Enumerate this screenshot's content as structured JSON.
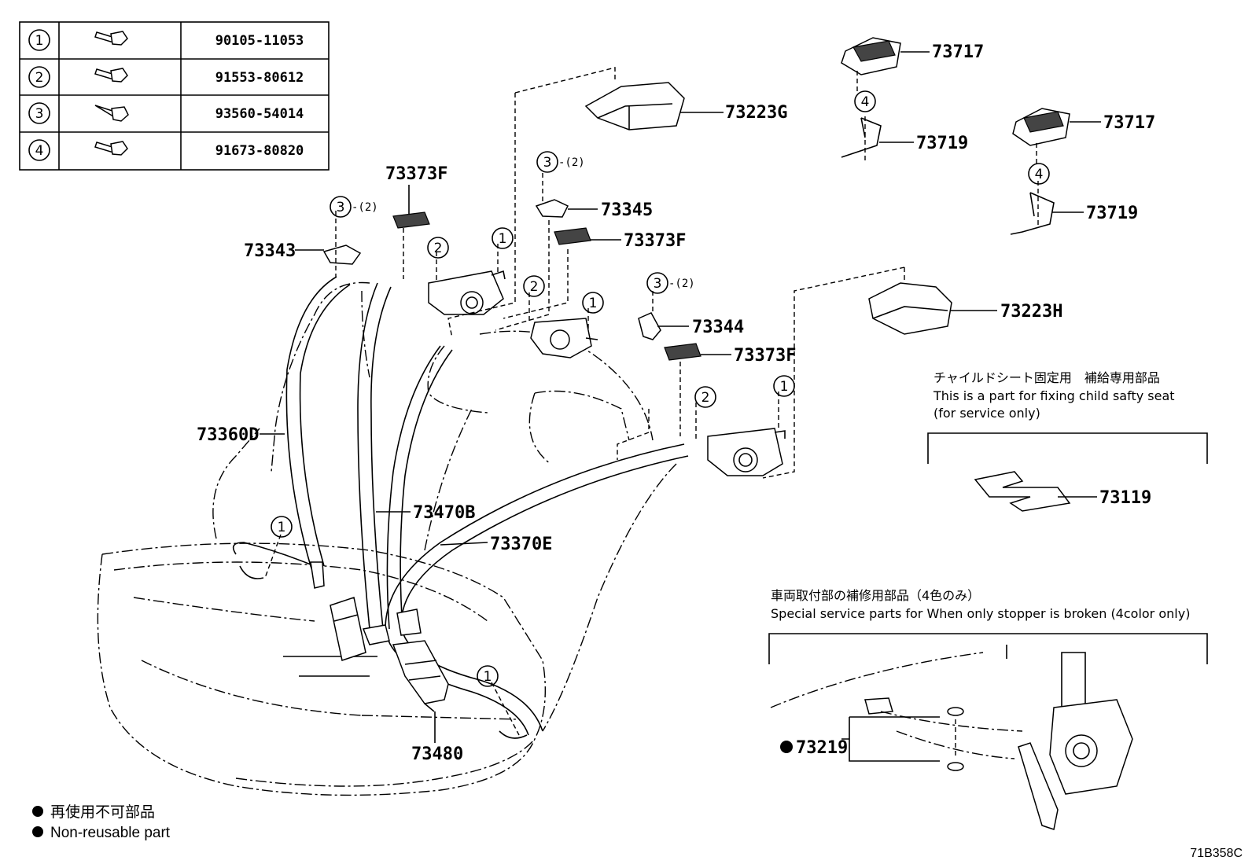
{
  "fastener_table": [
    {
      "ref": "1",
      "part_no": "90105-11053"
    },
    {
      "ref": "2",
      "part_no": "91553-80612"
    },
    {
      "ref": "3",
      "part_no": "93560-54014"
    },
    {
      "ref": "4",
      "part_no": "91673-80820"
    }
  ],
  "callouts": {
    "c_73717a": "73717",
    "c_73223g": "73223G",
    "c_73719a": "73719",
    "c_73717b": "73717",
    "c_73719b": "73719",
    "c_73373f_a": "73373F",
    "c_73343": "73343",
    "c_73345": "73345",
    "c_73373f_b": "73373F",
    "c_73223h": "73223H",
    "c_73344": "73344",
    "c_73373f_c": "73373F",
    "c_73360d": "73360D",
    "c_73470b": "73470B",
    "c_73370e": "73370E",
    "c_73480": "73480",
    "c_73119": "73119",
    "c_73219": "73219"
  },
  "ref_marks": {
    "one": "1",
    "two": "2",
    "three": "3",
    "four": "4",
    "qty2": "-(2)"
  },
  "notes": {
    "child_seat_jp": "チャイルドシート固定用　補給専用部品",
    "child_seat_en": "This is a part for fixing child safty seat",
    "child_seat_en2": "(for service only)",
    "stopper_jp": "車両取付部の補修用部品（4色のみ）",
    "stopper_en": "Special service parts for When only stopper is broken (4color only)"
  },
  "legend": {
    "jp": "再使用不可部品",
    "en": "Non-reusable part"
  },
  "figure_id": "71B358C"
}
